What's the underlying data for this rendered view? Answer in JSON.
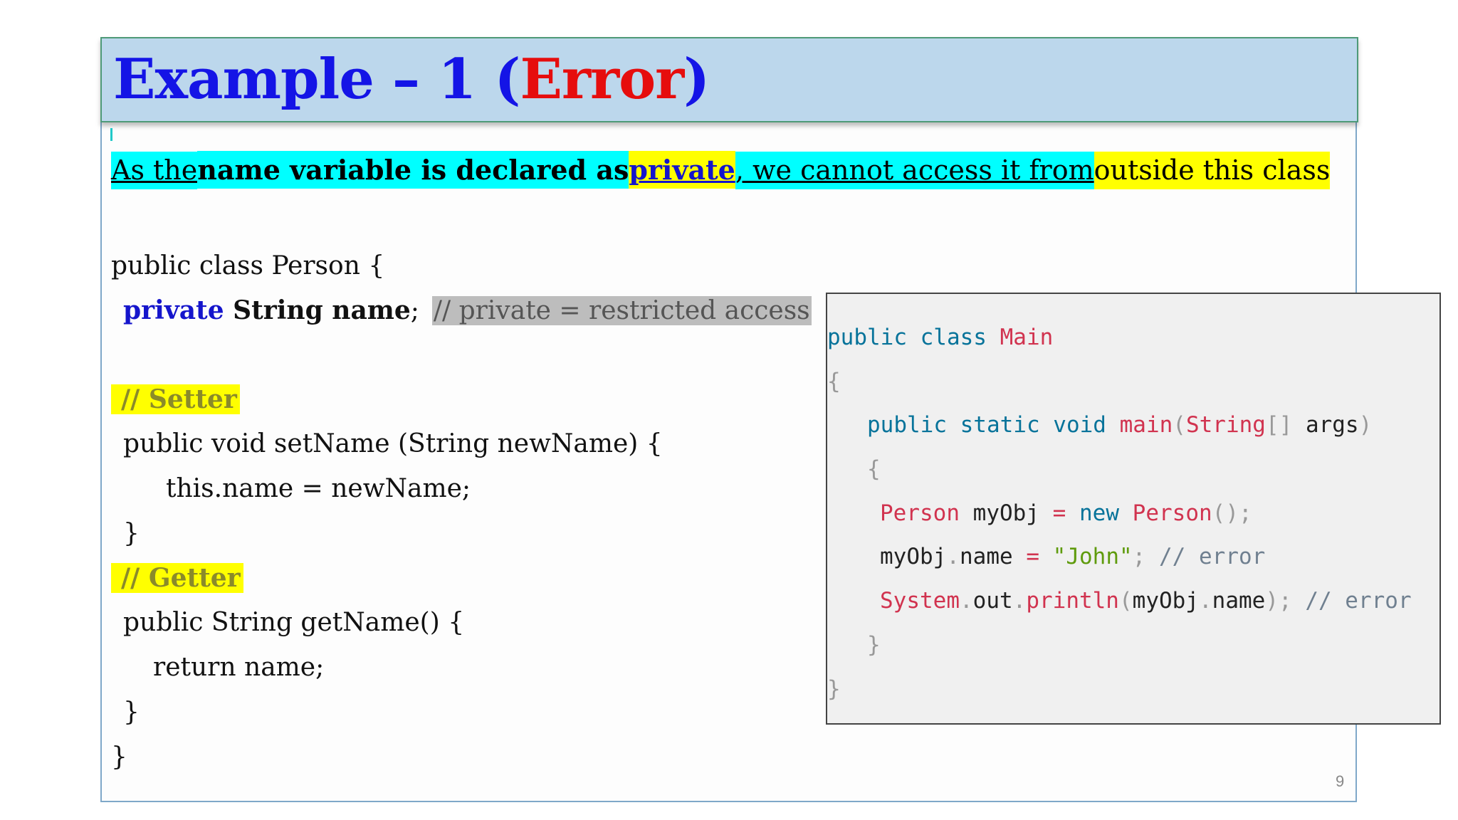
{
  "title": {
    "main": "Example – 1 (",
    "error": "Error",
    "close": ")"
  },
  "sentence": {
    "part1": "As the ",
    "part2": "name variable is declared as ",
    "part3": "private",
    "part4": ", we cannot access it from ",
    "part5": "outside this class"
  },
  "left_code": {
    "line1": "public class Person {",
    "line2_kw": "private",
    "line2_type": " String name",
    "line2_semi": ";",
    "line2_comment": "// private = restricted access",
    "setter_comment": "// Setter",
    "line3": "public void setName (String newName) {",
    "line4": "this.name = newName;",
    "line5": "}",
    "getter_comment": "// Getter",
    "line6": "public String getName() {",
    "line7": "return name;",
    "line8": "}",
    "line9": "}"
  },
  "right_code": {
    "l1_kw": "public class",
    "l1_cls": "Main",
    "l2": "{",
    "l3_kw": "public static void",
    "l3_fn": "main",
    "l3_p1": "(",
    "l3_type": "String",
    "l3_p2": "[]",
    "l3_id": "args",
    "l3_p3": ")",
    "l4": "{",
    "l5_cls": "Person",
    "l5_id": "myObj",
    "l5_eq": "=",
    "l5_new": "new",
    "l5_cls2": "Person",
    "l5_p": "();",
    "l6_id1": "myObj",
    "l6_dot": ".",
    "l6_id2": "name",
    "l6_eq": "=",
    "l6_str": "\"John\"",
    "l6_semi": ";",
    "l6_com": "// error",
    "l7_cls": "System",
    "l7_d1": ".",
    "l7_out": "out",
    "l7_d2": ".",
    "l7_fn": "println",
    "l7_p1": "(",
    "l7_id1": "myObj",
    "l7_d3": ".",
    "l7_id2": "name",
    "l7_p2": ");",
    "l7_com": "// error",
    "l8": "}",
    "l9": "}"
  },
  "page_number": "9"
}
